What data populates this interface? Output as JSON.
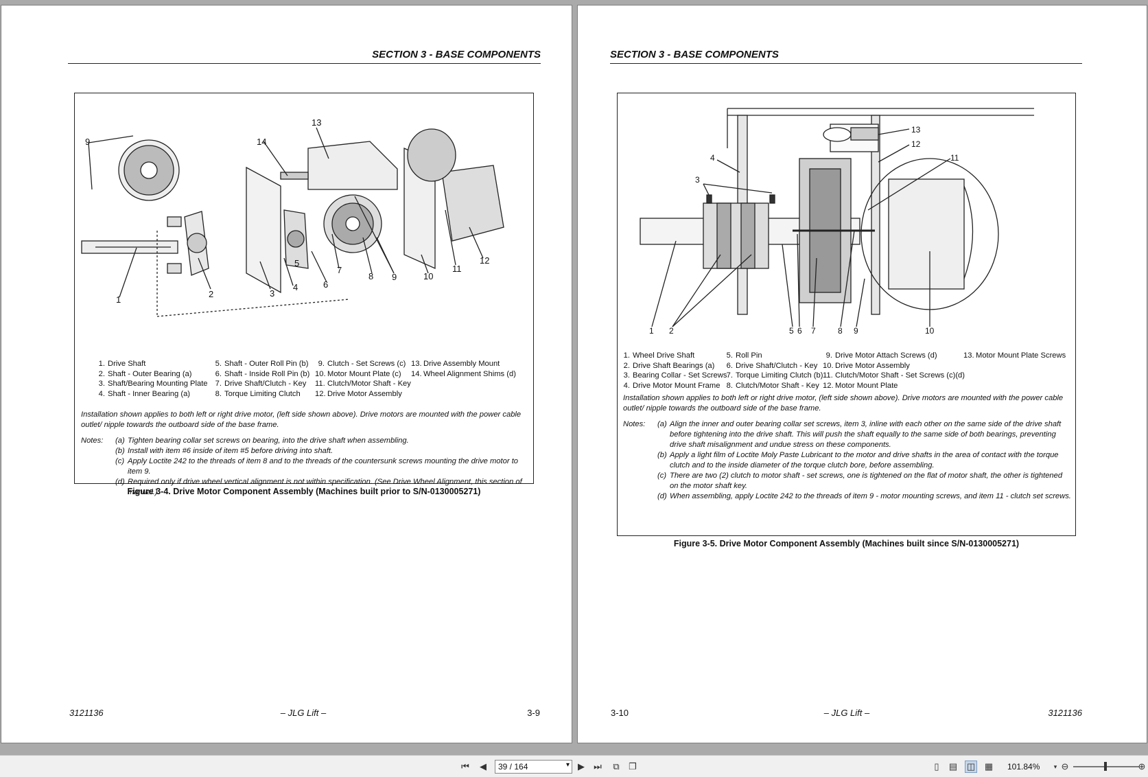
{
  "left_page": {
    "section_title": "SECTION 3 - BASE COMPONENTS",
    "callouts": [
      "1",
      "2",
      "3",
      "4",
      "5",
      "6",
      "7",
      "8",
      "9",
      "9",
      "10",
      "11",
      "12",
      "13",
      "14"
    ],
    "legend": [
      [
        [
          "1.",
          "Drive Shaft"
        ],
        [
          "2.",
          "Shaft - Outer Bearing (a)"
        ],
        [
          "3.",
          "Shaft/Bearing Mounting Plate"
        ],
        [
          "4.",
          "Shaft - Inner Bearing (a)"
        ]
      ],
      [
        [
          "5.",
          "Shaft - Outer Roll Pin (b)"
        ],
        [
          "6.",
          "Shaft - Inside Roll Pin (b)"
        ],
        [
          "7.",
          "Drive Shaft/Clutch - Key"
        ],
        [
          "8.",
          "Torque Limiting Clutch"
        ]
      ],
      [
        [
          "9.",
          "Clutch - Set Screws (c)"
        ],
        [
          "10.",
          "Motor Mount Plate (c)"
        ],
        [
          "11.",
          "Clutch/Motor Shaft - Key"
        ],
        [
          "12.",
          "Drive Motor Assembly"
        ]
      ],
      [
        [
          "13.",
          "Drive Assembly Mount"
        ],
        [
          "14.",
          "Wheel Alignment Shims (d)"
        ]
      ]
    ],
    "installation_note": "Installation shown applies to both left or right drive motor, (left side shown above). Drive motors are mounted with the power cable outlet/ nipple towards the outboard side of the base frame.",
    "notes_label": "Notes:",
    "notes": [
      [
        "(a)",
        "Tighten bearing collar set screws on bearing, into the drive shaft when assembling."
      ],
      [
        "(b)",
        "Install with item #6 inside of item #5 before driving into shaft."
      ],
      [
        "(c)",
        "Apply Loctite 242 to the threads of item 8 and to the threads of the countersunk screws mounting the drive motor to item 9."
      ],
      [
        "(d)",
        "Required only if drive wheel vertical alignment is not within specification. (See Drive Wheel Alignment, this section of manual.)"
      ]
    ],
    "caption": "Figure 3-4.  Drive Motor Component Assembly (Machines built prior to S/N-0130005271)",
    "footer_left": "3121136",
    "footer_center": "– JLG Lift –",
    "footer_right": "3-9"
  },
  "right_page": {
    "section_title": "SECTION 3 - BASE COMPONENTS",
    "callouts": [
      "1",
      "2",
      "3",
      "4",
      "5",
      "6",
      "7",
      "8",
      "9",
      "10",
      "11",
      "12",
      "13"
    ],
    "legend": [
      [
        [
          "1.",
          "Wheel Drive Shaft"
        ],
        [
          "2.",
          "Drive Shaft Bearings (a)"
        ],
        [
          "3.",
          "Bearing Collar - Set Screws"
        ],
        [
          "4.",
          "Drive Motor Mount Frame"
        ]
      ],
      [
        [
          "5.",
          "Roll Pin"
        ],
        [
          "6.",
          "Drive Shaft/Clutch - Key"
        ],
        [
          "7.",
          "Torque Limiting Clutch (b)"
        ],
        [
          "8.",
          "Clutch/Motor Shaft - Key"
        ]
      ],
      [
        [
          "9.",
          "Drive Motor Attach Screws (d)"
        ],
        [
          "10.",
          "Drive Motor Assembly"
        ],
        [
          "11.",
          "Clutch/Motor Shaft - Set Screws (c)(d)"
        ],
        [
          "12.",
          "Motor Mount Plate"
        ]
      ],
      [
        [
          "13.",
          "Motor Mount Plate Screws"
        ]
      ]
    ],
    "installation_note": "Installation shown applies to both left or right drive motor, (left side shown above). Drive motors are mounted with the power cable outlet/ nipple towards the outboard side of the base frame.",
    "notes_label": "Notes:",
    "notes": [
      [
        "(a)",
        "Align the inner and outer bearing collar set screws, item 3, inline with each other on the same side of the drive shaft before tightening into the drive shaft. This will push the shaft equally to the same side of both bearings, preventing drive shaft misalignment and undue stress on these components."
      ],
      [
        "(b)",
        "Apply a light film of Loctite Moly Paste Lubricant to the motor and drive shafts in the area of contact with the torque clutch and to the inside diameter of the torque clutch bore, before assembling."
      ],
      [
        "(c)",
        "There are two (2) clutch to motor shaft - set screws, one is tightened on the flat of motor shaft, the other is tightened on the motor shaft key."
      ],
      [
        "(d)",
        "When assembling, apply Loctite 242 to the threads of item 9 - motor mounting screws, and item 11 - clutch set screws."
      ]
    ],
    "caption": "Figure 3-5.  Drive Motor Component Assembly (Machines built since S/N-0130005271)",
    "footer_left": "3-10",
    "footer_center": "– JLG Lift –",
    "footer_right": "3121136"
  },
  "toolbar": {
    "page_field": "39 / 164",
    "zoom": "101.84%",
    "icons": [
      "first-page-icon",
      "prev-page-icon",
      "next-page-icon",
      "last-page-icon",
      "rotate-icon",
      "copy-icon",
      "single-page-icon",
      "continuous-icon",
      "two-page-icon",
      "two-page-continuous-icon",
      "zoom-out-icon",
      "zoom-in-icon"
    ]
  }
}
